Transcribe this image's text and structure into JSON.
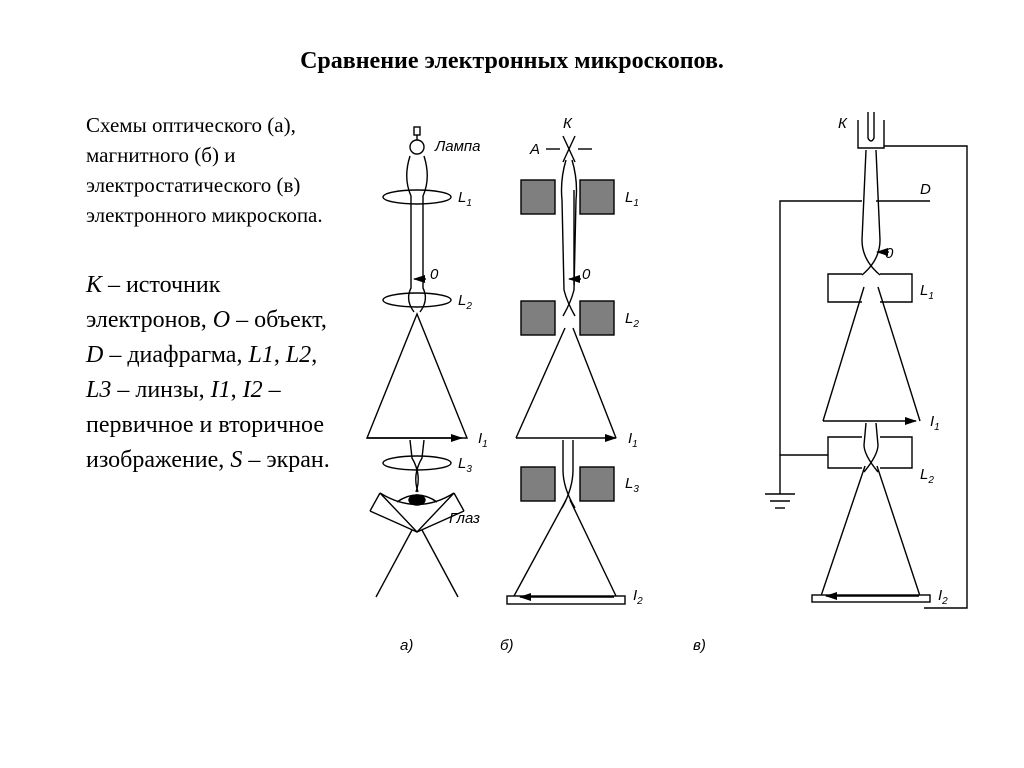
{
  "title": "Сравнение электронных микроскопов.",
  "caption": "Схемы оптического (а), магнитного (б) и электростатического (в) электронного микроскопа.",
  "legend": {
    "k": "К",
    "t1": " – источник электронов, ",
    "o": "О",
    "t2": " – объект, ",
    "d": "D",
    "t3": " – диафрагма, ",
    "l1": "L1",
    "sep1": ", ",
    "l2": "L2",
    "sep2": ", ",
    "l3": "L3",
    "t4": " – линзы, ",
    "i1": "I1",
    "sep3": ", ",
    "i2": "I2",
    "t5": " – первичное и вторичное изображение, ",
    "s": "S",
    "t6": " – экран."
  },
  "labels": {
    "lamp": "Лампа",
    "eye": "Глаз",
    "K": "К",
    "A": "А",
    "D": "D",
    "obj": "0",
    "L": "L",
    "I": "I",
    "sub1": "1",
    "sub2": "2",
    "sub3": "3",
    "a": "а)",
    "b": "б)",
    "v": "в)"
  },
  "colors": {
    "magnet": "#7f7f7f"
  }
}
